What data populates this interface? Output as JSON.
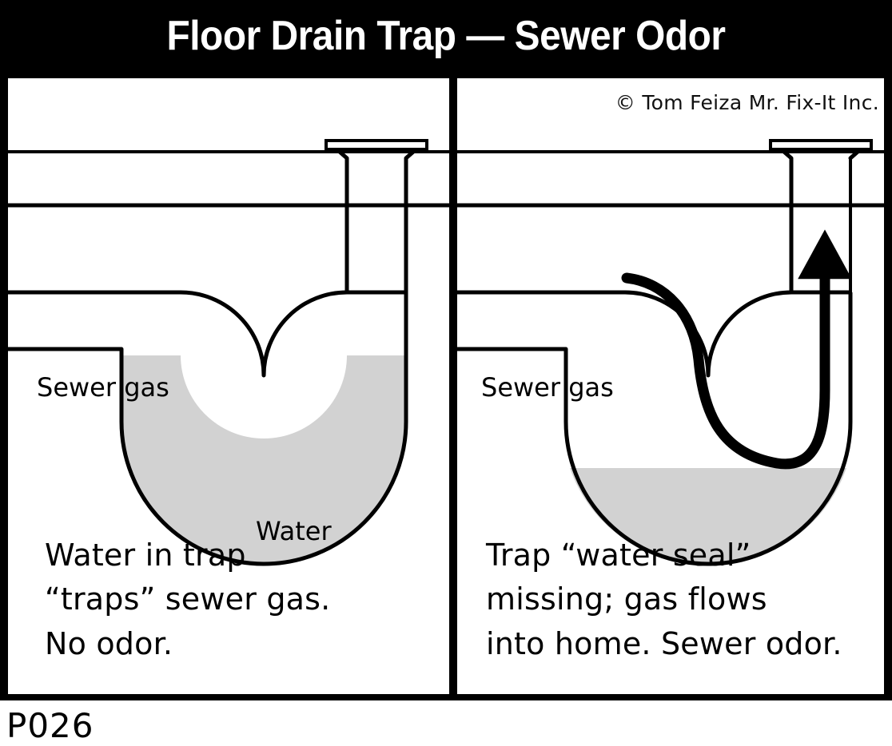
{
  "title": "Floor Drain Trap — Sewer Odor",
  "copyright": "© Tom Feiza Mr. Fix-It Inc.",
  "code": "P026",
  "colors": {
    "frame": "#000000",
    "background": "#ffffff",
    "line": "#000000",
    "water_fill": "#d2d2d2",
    "title_text": "#ffffff"
  },
  "panels": [
    {
      "id": "left",
      "name": "trap-with-water-seal",
      "labels": {
        "sewer_gas": "Sewer gas",
        "water": "Water"
      },
      "caption": "Water in trap\n“traps” sewer gas.\nNo odor.",
      "water_level_label": "full",
      "has_gas_arrow": false
    },
    {
      "id": "right",
      "name": "trap-missing-water-seal",
      "labels": {
        "sewer_gas": "Sewer gas"
      },
      "caption": "Trap “water seal”\nmissing; gas flows\ninto home. Sewer odor.",
      "water_level_label": "shallow-puddle",
      "has_gas_arrow": true
    }
  ],
  "diagram_elements": {
    "floor_slab_top_line": "floor-surface",
    "floor_slab_bottom_line": "slab-underside",
    "drain_opening": "floor-drain-grate",
    "drain_pipe": "vertical-drain-pipe",
    "sewer_pipe": "horizontal-sewer-pipe",
    "trap": "u-trap-bend",
    "gas_flow_arrow": "sewer-gas-flow-arrow"
  }
}
